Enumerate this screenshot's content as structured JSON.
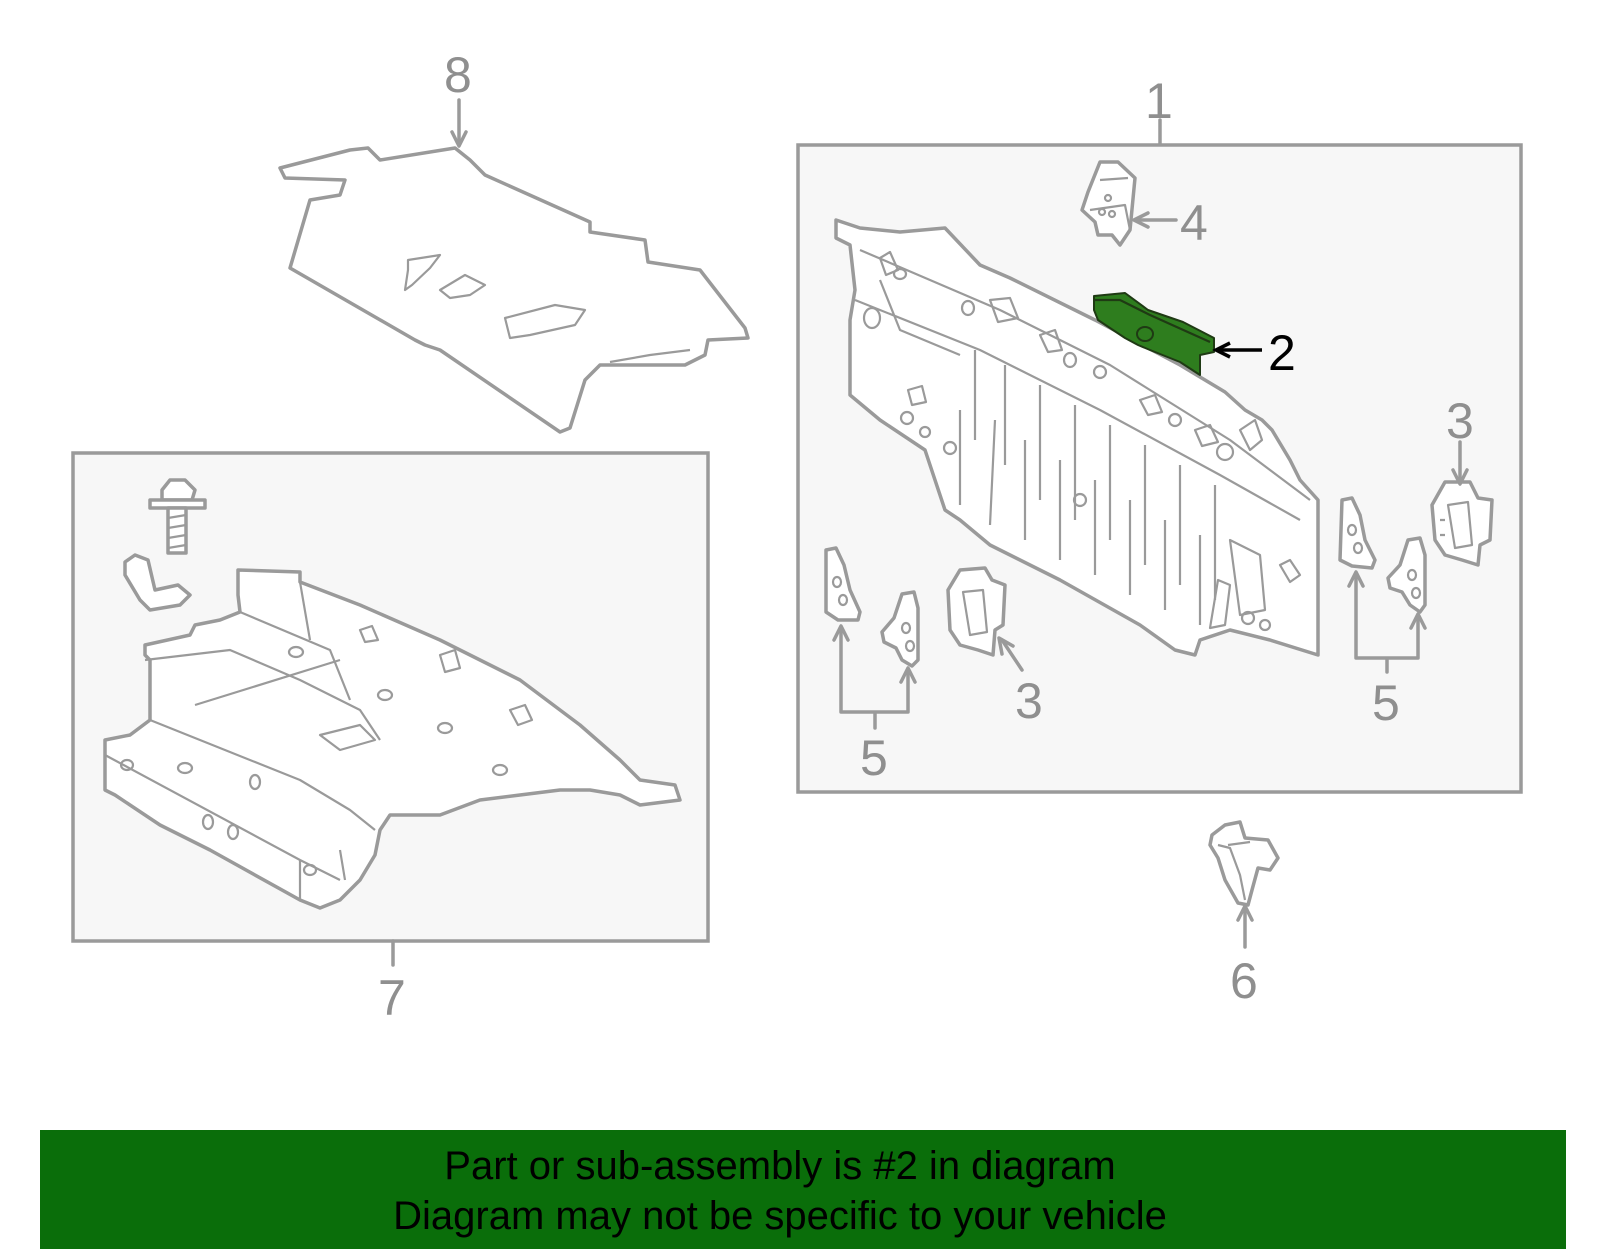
{
  "diagram": {
    "callouts": {
      "c1": "1",
      "c2": "2",
      "c3a": "3",
      "c3b": "3",
      "c4": "4",
      "c5a": "5",
      "c5b": "5",
      "c6": "6",
      "c7": "7",
      "c8": "8"
    },
    "highlighted_part": "2",
    "highlight_color": "#2e7d1e",
    "line_color": "#9a9a9a"
  },
  "banner": {
    "line1": "Part or sub-assembly is #2 in diagram",
    "line2": "Diagram may not be specific to your vehicle",
    "background": "#0a6e0a"
  }
}
